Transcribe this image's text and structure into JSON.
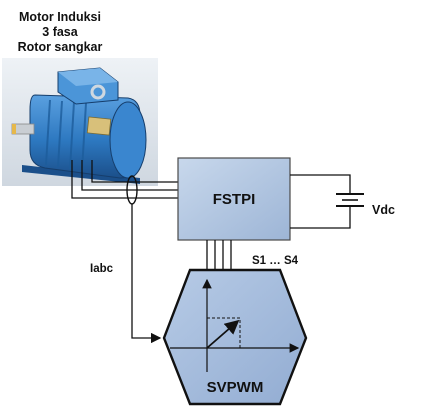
{
  "motor": {
    "title_lines": [
      "Motor Induksi",
      "3 fasa",
      "Rotor sangkar"
    ]
  },
  "inverter": {
    "label": "FSTPI"
  },
  "dc_source": {
    "label": "Vdc"
  },
  "switches": {
    "label": "S1 … S4"
  },
  "current_sense": {
    "label": "Iabc"
  },
  "controller": {
    "label": "SVPWM"
  },
  "colors": {
    "block_fill": "#aec3dd",
    "block_stroke": "#4a4a4a",
    "motor_body": "#2d78c0",
    "motor_shadow": "#1b4f8a",
    "wire": "#111111"
  }
}
